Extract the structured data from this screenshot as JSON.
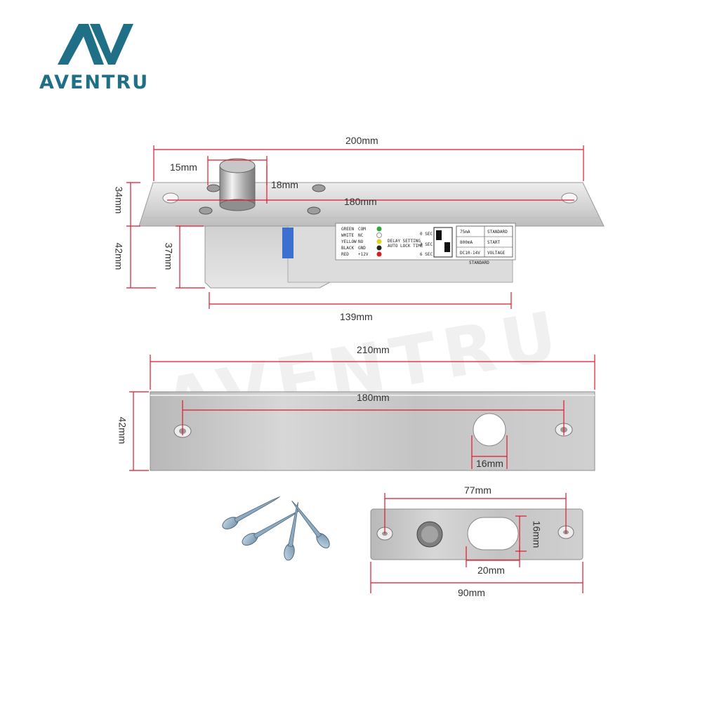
{
  "brand": {
    "name": "AVENTRU",
    "logo_mark": "AV",
    "watermark": "AVENTRU",
    "accent_color": "#1f6f86",
    "dimension_line_color": "#e0182d"
  },
  "dimensions": {
    "lock_total_length": "200mm",
    "lock_hole_spacing": "180mm",
    "bolt_diameter": "15mm",
    "bolt_height": "18mm",
    "faceplate_height": "34mm",
    "body_total_height": "42mm",
    "body_height": "37mm",
    "body_length": "139mm",
    "strike_plate_length": "210mm",
    "strike_plate_hole_spacing": "180mm",
    "strike_plate_height": "42mm",
    "strike_hole_width": "16mm",
    "small_plate_hole_spacing": "77mm",
    "small_plate_hole_height": "16mm",
    "small_plate_hole_width": "20mm",
    "small_plate_length": "90mm"
  },
  "lock_label": {
    "title": "STANDARD",
    "spec_rows": [
      [
        "VOLTAGE",
        "DC10-14V"
      ],
      [
        "START",
        "800mA"
      ],
      [
        "STANDARD",
        "75mA"
      ]
    ],
    "delay_label": "DELAY SETTING",
    "auto_lock_label": "AUTO LOCK TIME",
    "delays": [
      "0 SEC",
      "3 SEC",
      "6 SEC"
    ],
    "wires": [
      {
        "color": "RED",
        "function": "+12V",
        "hex": "#d62020"
      },
      {
        "color": "BLACK",
        "function": "GND",
        "hex": "#222222"
      },
      {
        "color": "YELLOW",
        "function": "NO",
        "hex": "#e0d020"
      },
      {
        "color": "WHITE",
        "function": "NC",
        "hex": "#f4f4f4"
      },
      {
        "color": "GREEN",
        "function": "COM",
        "hex": "#2faa3a"
      }
    ]
  },
  "accessories": {
    "screw_icon": "screw-icon",
    "screw_count": 4
  }
}
